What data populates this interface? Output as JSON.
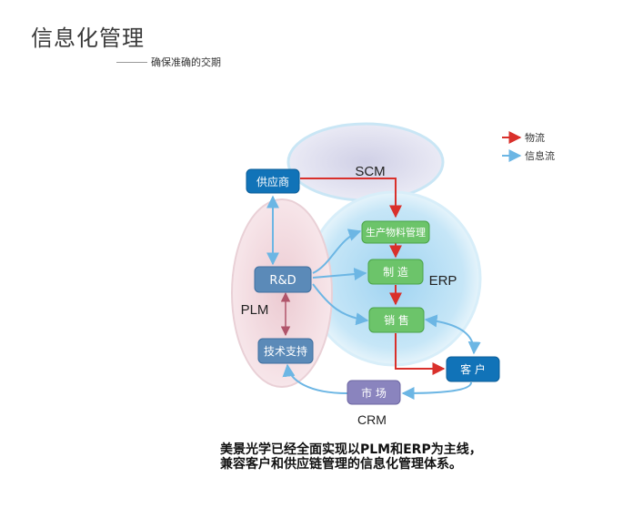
{
  "header": {
    "title": "信息化管理",
    "subtitle": "确保准确的交期"
  },
  "legend": {
    "material_flow": "物流",
    "info_flow": "信息流"
  },
  "colors": {
    "material_flow": "#d9302b",
    "info_flow": "#6cb6e4",
    "scm_region": "#d9d9ec",
    "erp_region": "#bfe1f5",
    "plm_region": "#f1d6dc",
    "blue_node": "#1173b8",
    "steel_node": "#5b8ab8",
    "green_node": "#6cc46a",
    "purple_node": "#8a84be"
  },
  "regions": {
    "scm": "SCM",
    "erp": "ERP",
    "plm": "PLM",
    "crm": "CRM"
  },
  "nodes": {
    "supplier": "供应商",
    "production_planning": "生产物料管理",
    "manufacturing": "制 造",
    "sales": "销 售",
    "rd": "R&D",
    "tech_support": "技术支持",
    "customer": "客 户",
    "market": "市 场"
  },
  "caption": {
    "line1": "美景光学已经全面实现以PLM和ERP为主线，",
    "line2": "兼容客户和供应链管理的信息化管理体系。"
  }
}
